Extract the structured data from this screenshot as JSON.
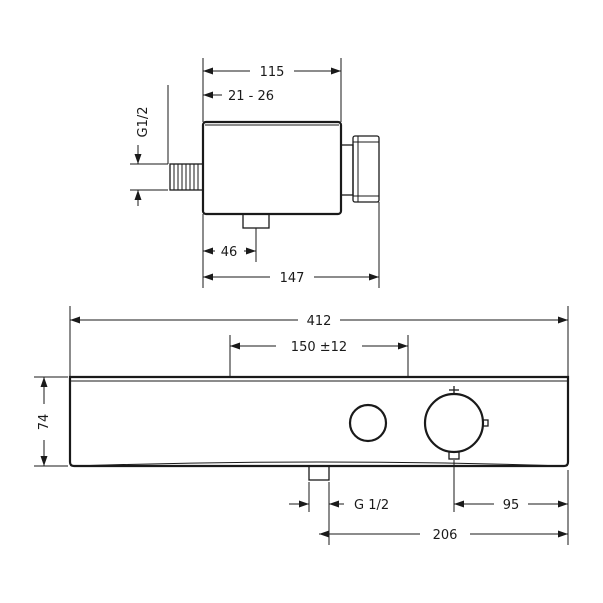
{
  "dimensions": {
    "top_width": "115",
    "top_offset": "21 - 26",
    "top_thread": "G1/2",
    "top_outlet_offset": "46",
    "top_depth": "147",
    "front_width": "412",
    "front_spacing": "150 ±12",
    "front_height": "74",
    "front_thread": "G 1/2",
    "front_right_offset": "95",
    "front_outlet_pos": "206"
  }
}
